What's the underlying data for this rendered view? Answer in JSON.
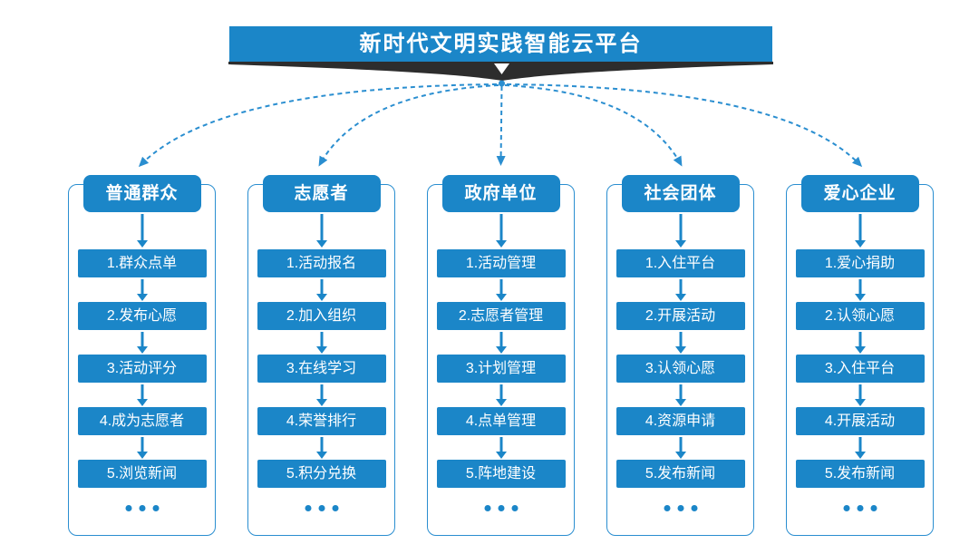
{
  "banner": {
    "title": "新时代文明实践智能云平台"
  },
  "colors": {
    "primary": "#1b86c8",
    "branch_line": "#2a8ed0",
    "dark_ribbon": "#2d2d2d",
    "background": "#ffffff",
    "text_on_primary": "#ffffff"
  },
  "icons": {
    "funnel_arrow": "white-down-triangle",
    "flow_arrow": "blue-down-arrow",
    "branch": "dashed-curved-arrow",
    "ellipsis": "..."
  },
  "columns": [
    {
      "title": "普通群众",
      "items": [
        "1.群众点单",
        "2.发布心愿",
        "3.活动评分",
        "4.成为志愿者",
        "5.浏览新闻"
      ],
      "more": "..."
    },
    {
      "title": "志愿者",
      "items": [
        "1.活动报名",
        "2.加入组织",
        "3.在线学习",
        "4.荣誉排行",
        "5.积分兑换"
      ],
      "more": "..."
    },
    {
      "title": "政府单位",
      "items": [
        "1.活动管理",
        "2.志愿者管理",
        "3.计划管理",
        "4.点单管理",
        "5.阵地建设"
      ],
      "more": "..."
    },
    {
      "title": "社会团体",
      "items": [
        "1.入住平台",
        "2.开展活动",
        "3.认领心愿",
        "4.资源申请",
        "5.发布新闻"
      ],
      "more": "..."
    },
    {
      "title": "爱心企业",
      "items": [
        "1.爱心捐助",
        "2.认领心愿",
        "3.入住平台",
        "4.开展活动",
        "5.发布新闻"
      ],
      "more": "..."
    }
  ]
}
